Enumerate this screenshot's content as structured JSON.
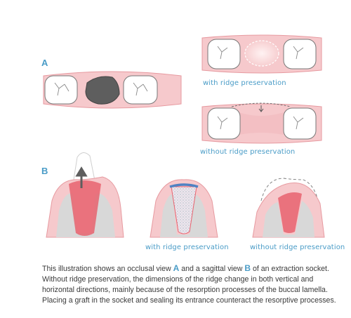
{
  "panel_a_letter": "A",
  "panel_b_letter": "B",
  "labels": {
    "a_with": "with ridge preservation",
    "a_without": "without ridge preservation",
    "b_with": "with ridge preservation",
    "b_without": "without ridge preservation"
  },
  "caption": {
    "part1": "This illustration shows an occlusal view ",
    "ref_a": "A",
    "part2": " and a sagittal view ",
    "ref_b": "B",
    "part3": " of an extraction socket. Without ridge preservation, the dimensions of the ridge change in both vertical and horizontal directions, mainly because of the resorption processes of the buccal lamella. Placing a graft in the socket and sealing its entrance counteract the resorptive processes."
  },
  "colors": {
    "gum": "#f6c9cc",
    "gum_stroke": "#e79aa0",
    "socket": "#5e5e5e",
    "graft": "#e9e3ea",
    "membrane": "#4f82c3",
    "bone": "#d8d8d8",
    "wound": "#e7636f",
    "accent": "#4a9cc7"
  }
}
